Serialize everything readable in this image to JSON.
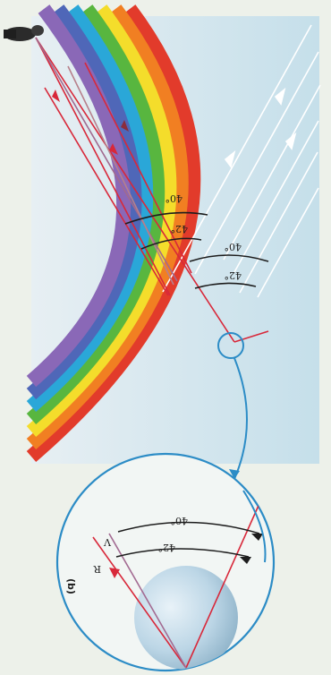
{
  "diagram": {
    "upper_rainbow": {
      "angle_upper_outer": "40°",
      "angle_upper_inner": "42°",
      "angle_lower_outer": "40°",
      "angle_lower_inner": "42°"
    },
    "magnified_drop": {
      "panel_letter": "(b)",
      "angle_outer": "40°",
      "angle_inner": "42°",
      "small_angle_1": "V",
      "small_angle_2": "R"
    },
    "colors": {
      "sky": "#cfe4ee",
      "red_ray": "#d8283a",
      "white_ray": "#ffffff",
      "zoom_circle": "#2c8cc6",
      "drop": "#bcd6e6"
    },
    "icons": [
      "observer-figure-icon",
      "sun-rays-icon",
      "raindrop-icon",
      "magnifier-circle-icon"
    ]
  }
}
